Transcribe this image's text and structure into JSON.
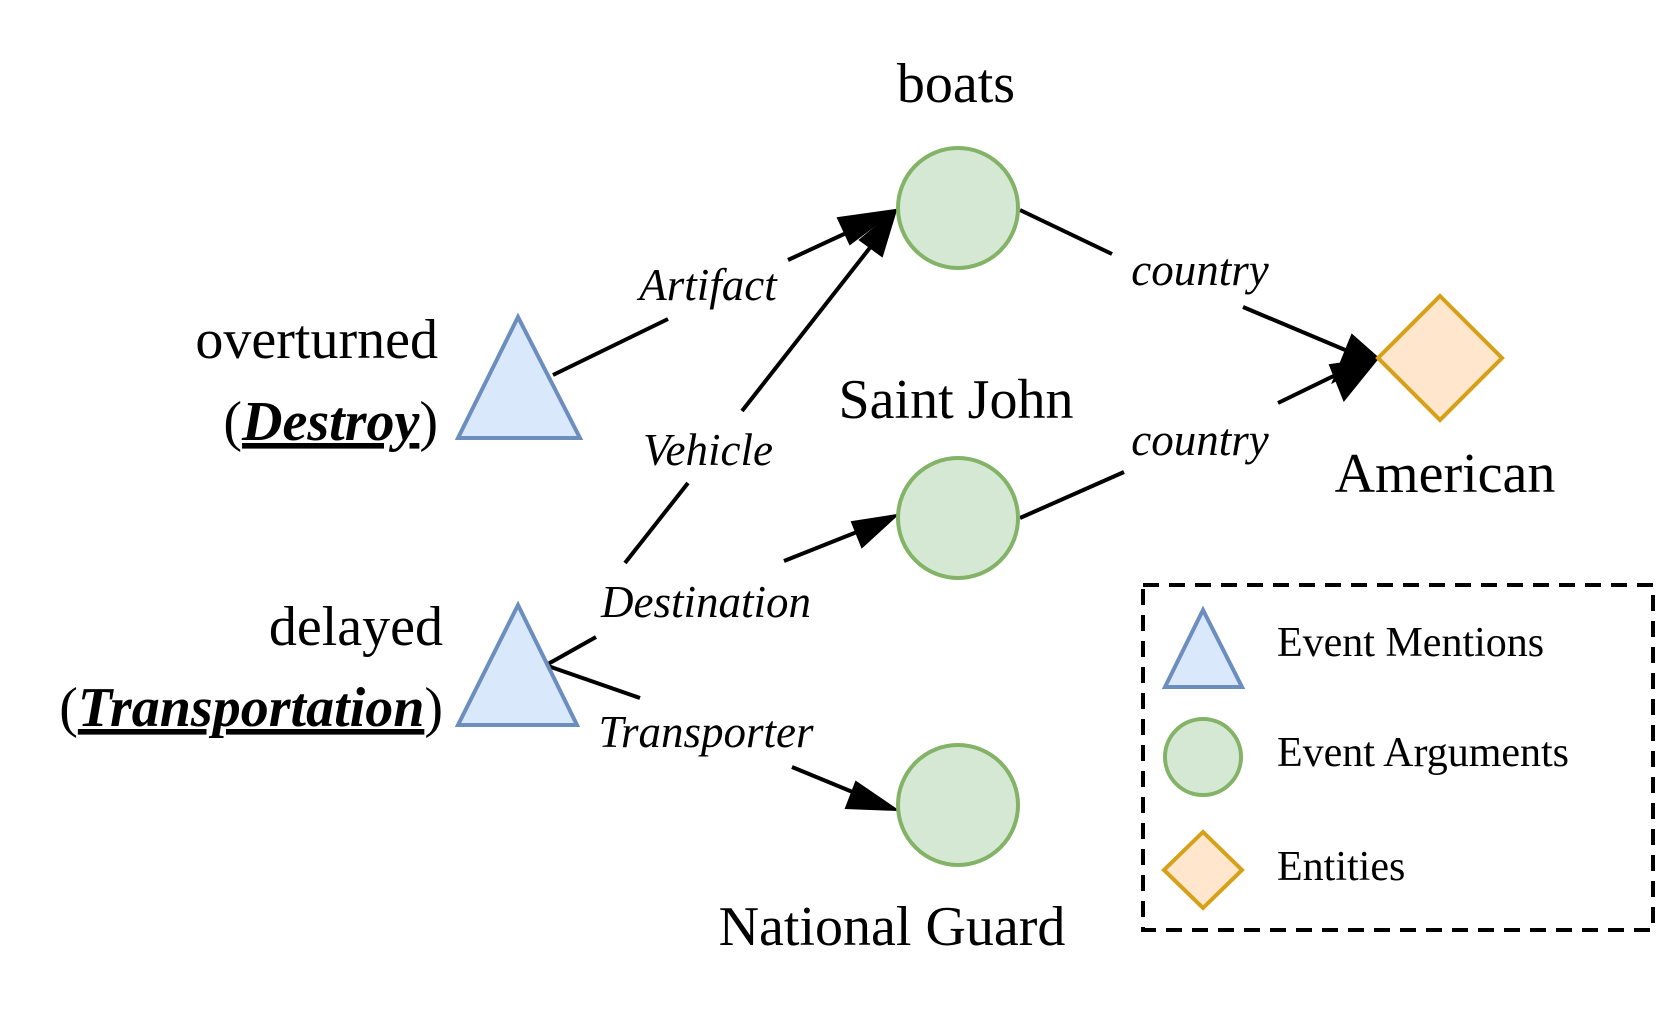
{
  "events": [
    {
      "id": "overturned",
      "word": "overturned",
      "type": "Destroy"
    },
    {
      "id": "delayed",
      "word": "delayed",
      "type": "Transportation"
    }
  ],
  "arguments": [
    {
      "id": "boats",
      "label": "boats"
    },
    {
      "id": "saint_john",
      "label": "Saint John"
    },
    {
      "id": "national_guard",
      "label": "National Guard"
    }
  ],
  "entities": [
    {
      "id": "american",
      "label": "American"
    }
  ],
  "edges": [
    {
      "from": "overturned",
      "to": "boats",
      "label": "Artifact"
    },
    {
      "from": "delayed",
      "to": "boats",
      "label": "Vehicle"
    },
    {
      "from": "delayed",
      "to": "saint_john",
      "label": "Destination"
    },
    {
      "from": "delayed",
      "to": "national_guard",
      "label": "Transporter"
    },
    {
      "from": "boats",
      "to": "american",
      "label": "country"
    },
    {
      "from": "saint_john",
      "to": "american",
      "label": "country"
    }
  ],
  "legend": {
    "event_mentions": "Event Mentions",
    "event_arguments": "Event Arguments",
    "entities": "Entities"
  },
  "colors": {
    "event_fill": "#dae8fc",
    "event_stroke": "#6c8ebf",
    "argument_fill": "#d5e8d4",
    "argument_stroke": "#82b366",
    "entity_fill": "#ffe6cc",
    "entity_stroke": "#d6a017"
  }
}
